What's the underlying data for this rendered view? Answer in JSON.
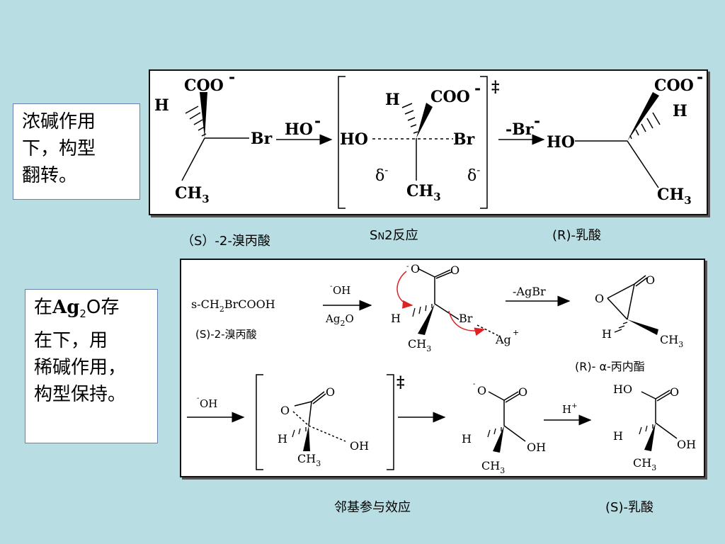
{
  "notes": {
    "note1": [
      "浓碱作用",
      "下，构型",
      "翻转。"
    ],
    "note2_line1_pre": "在",
    "note2_line1_formula": "Ag",
    "note2_line1_sub": "2",
    "note2_line1_post": "O存",
    "note2_lines": [
      "在下，用",
      "稀碱作用，",
      "构型保持。"
    ]
  },
  "panel1": {
    "coo": "COO",
    "minus": "-",
    "h": "H",
    "br": "Br",
    "ch3_c": "CH",
    "ch3_n": "3",
    "ho": "HO",
    "dagger": "‡",
    "delta": "δ",
    "minus_br": "-Br"
  },
  "panel2": {
    "s_formula": "s-CH",
    "s_sub2": "2",
    "s_formula_rest": "BrCOOH",
    "s_label": "(S)-2-溴丙酸",
    "oh_reagent": "OH",
    "ag2o_a": "Ag",
    "ag2o_sub": "2",
    "ag2o_b": "O",
    "o": "O",
    "h": "H",
    "br": "Br",
    "ag": "Ag",
    "plus": "+",
    "ch3_c": "CH",
    "ch3_n": "3",
    "agbr": "-AgBr",
    "lactone_label_pre": "(R)- ",
    "alpha": "α",
    "lactone_label_post": "-丙内酯",
    "oh": "OH",
    "ho": "HO",
    "dagger": "‡",
    "hplus_h": "H",
    "hplus_plus": "+",
    "minus": "-"
  },
  "captions": {
    "s_bromo": "（S）-2-溴丙酸",
    "sn2_s": "S",
    "sn2_n": "N",
    "sn2_rest": "2反应",
    "r_lactic": "(R)-乳酸",
    "ngp": "邻基参与效应",
    "s_lactic": "(S)-乳酸"
  }
}
